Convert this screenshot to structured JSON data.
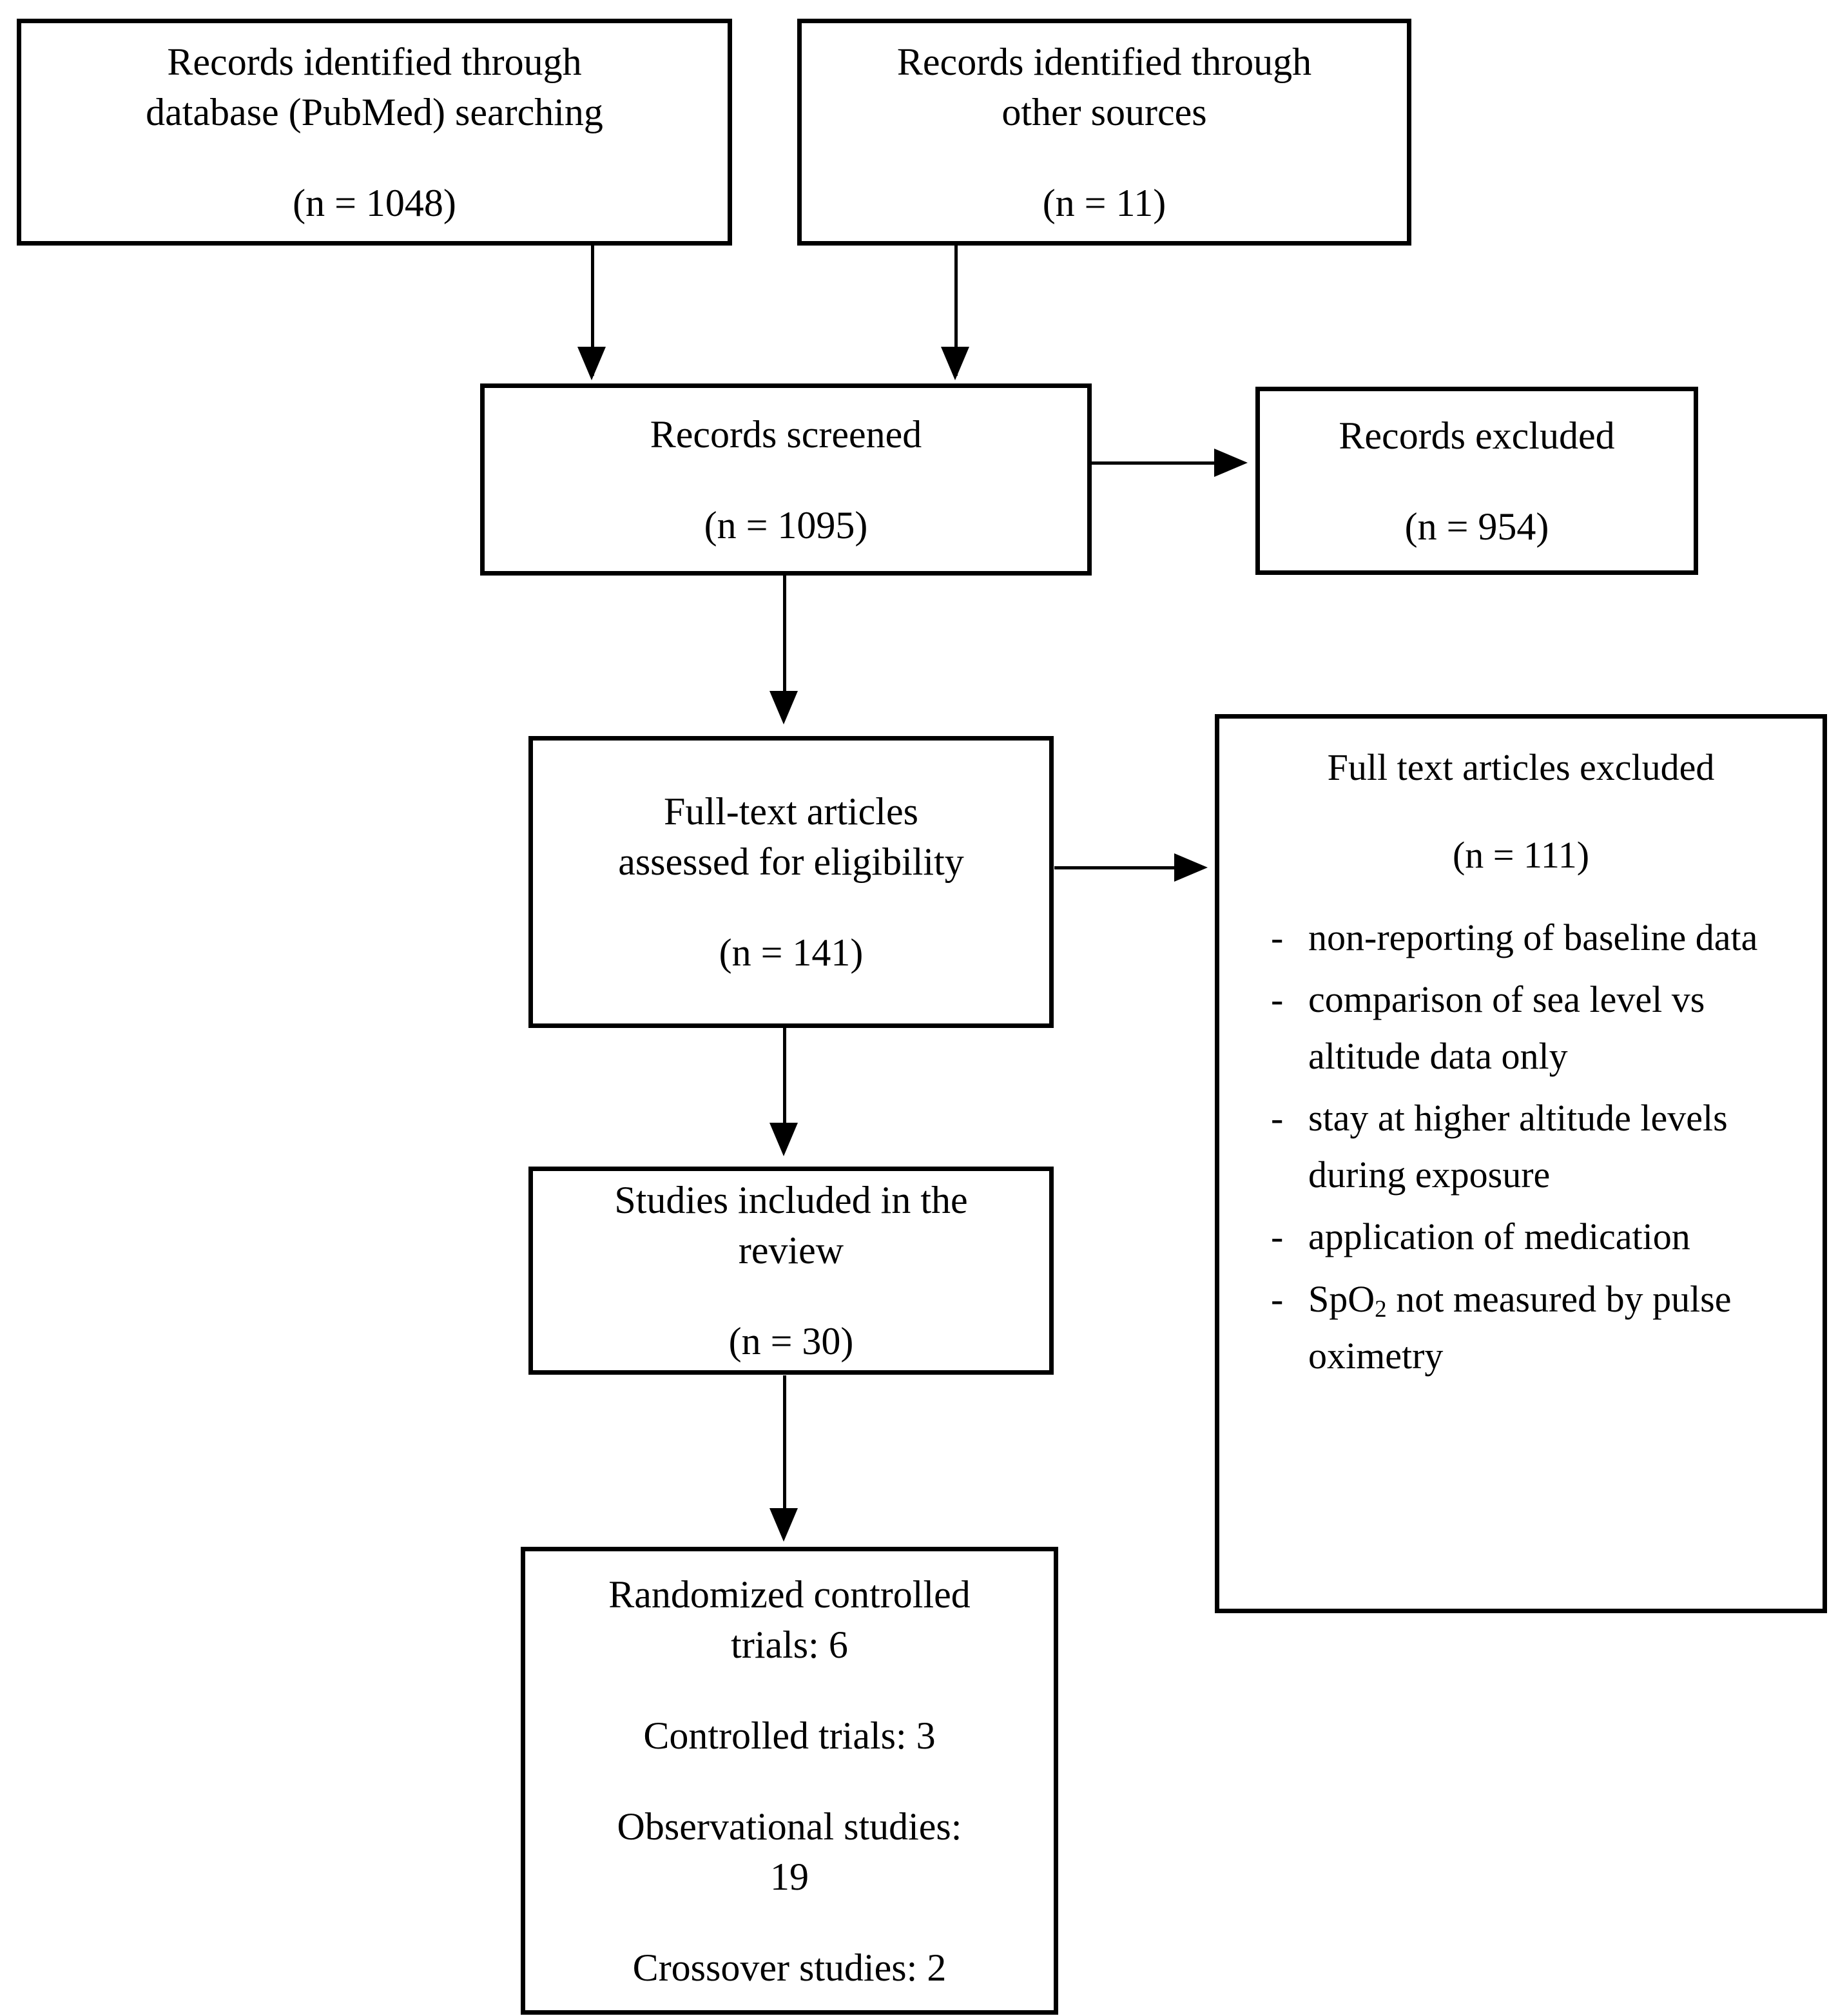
{
  "diagram": {
    "type": "prisma-flow-diagram",
    "nodes": {
      "database_search": {
        "line1": "Records identified through",
        "line2": "database (PubMed) searching",
        "count": "(n = 1048)"
      },
      "other_sources": {
        "line1": "Records identified through",
        "line2": "other sources",
        "count": "(n = 11)"
      },
      "records_screened": {
        "line1": "Records screened",
        "count": "(n = 1095)"
      },
      "records_excluded": {
        "line1": "Records excluded",
        "count": "(n = 954)"
      },
      "fulltext_assessed": {
        "line1": "Full-text articles",
        "line2": "assessed for eligibility",
        "count": "(n = 141)"
      },
      "fulltext_excluded": {
        "line1": "Full text articles excluded",
        "count": "(n = 111)",
        "bullet": "-",
        "reasons": [
          "non-reporting of baseline data",
          "comparison of sea level vs altitude data only",
          "stay at higher altitude levels during exposure",
          "application of medication",
          "SpO|2| not measured by pulse oximetry"
        ]
      },
      "studies_included": {
        "line1": "Studies included in the",
        "line2": "review",
        "count": "(n = 30)"
      },
      "study_types": {
        "line1": "Randomized controlled",
        "line2": "trials: 6",
        "line3": "Controlled trials: 3",
        "line4": "Observational studies:",
        "line5": "19",
        "line6": "Crossover studies: 2"
      }
    },
    "edges": [
      {
        "from": "database_search",
        "to": "records_screened",
        "direction": "down"
      },
      {
        "from": "other_sources",
        "to": "records_screened",
        "direction": "down"
      },
      {
        "from": "records_screened",
        "to": "records_excluded",
        "direction": "right"
      },
      {
        "from": "records_screened",
        "to": "fulltext_assessed",
        "direction": "down"
      },
      {
        "from": "fulltext_assessed",
        "to": "fulltext_excluded",
        "direction": "right"
      },
      {
        "from": "fulltext_assessed",
        "to": "studies_included",
        "direction": "down"
      },
      {
        "from": "studies_included",
        "to": "study_types",
        "direction": "down"
      }
    ],
    "colors": {
      "stroke": "#000000",
      "background": "#ffffff",
      "text": "#000000"
    }
  }
}
